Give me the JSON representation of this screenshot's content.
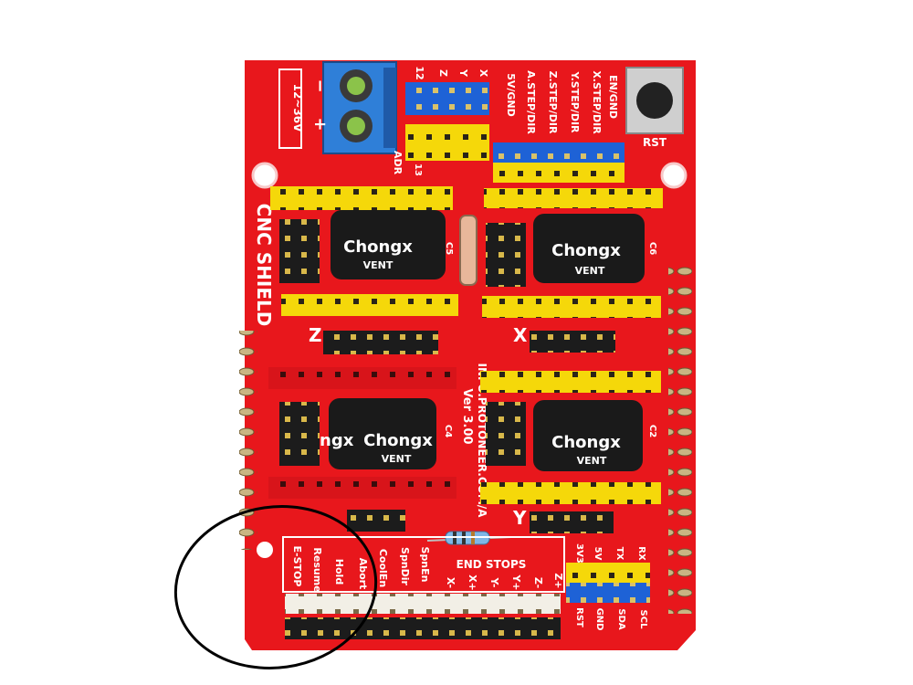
{
  "board": {
    "name": "CNC SHIELD",
    "version": "Ver 3.00",
    "url": "INFO.PROTONEER.COM/A",
    "power_label": "12~36V",
    "power_minus": "−",
    "power_plus": "+",
    "reset_label": "RST",
    "adr_label": "ADR",
    "axis_header_labels": [
      "12",
      "Z",
      "Y",
      "X"
    ],
    "axis_header_bottom": "13",
    "pin_legend": [
      "EN/GND",
      "X.STEP/DIR",
      "Y.STEP/DIR",
      "Z.STEP/DIR",
      "A.STEP/DIR",
      "5V/GND"
    ],
    "driver_labels": [
      "Z",
      "X",
      "Y"
    ],
    "capacitors": [
      {
        "brand": "Chongx",
        "marking": "VENT",
        "ref": "C5"
      },
      {
        "brand": "Chongx",
        "marking": "VENT",
        "ref": "C6"
      },
      {
        "brand": "Chongx",
        "marking": "VENT",
        "ref": "C4"
      },
      {
        "brand": "Chongx",
        "marking": "VENT",
        "ref": "C2"
      }
    ],
    "cap_left_partial": "ngx",
    "end_stops_title": "END STOPS",
    "control_labels": [
      "E-STOP",
      "Resume",
      "Hold",
      "Abort",
      "CoolEn",
      "SpnDir",
      "SpnEn"
    ],
    "endstop_labels": [
      "X-",
      "X+",
      "Y-",
      "Y+",
      "Z-",
      "Z+"
    ],
    "i2c_top": [
      "3V3",
      "5V",
      "TX",
      "RX"
    ],
    "i2c_bottom": [
      "RST",
      "GND",
      "SDA",
      "SCL"
    ]
  },
  "colors": {
    "pcb": "#e8171c",
    "header_yellow": "#f5d80a",
    "header_blue": "#1e62d6",
    "header_white": "#f2efe6",
    "terminal_blue": "#2f7fd8",
    "annotation": "#000000"
  }
}
